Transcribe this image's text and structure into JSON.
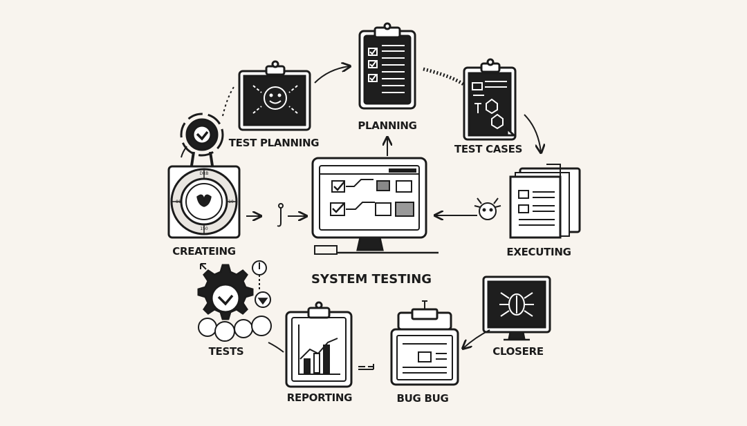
{
  "diagram": {
    "center_title": "SYSTEM TESTING",
    "nodes": [
      {
        "id": "test-planning",
        "label": "TEST PLANNING"
      },
      {
        "id": "planning",
        "label": "PLANNING"
      },
      {
        "id": "test-cases",
        "label": "TEST CASES"
      },
      {
        "id": "executing",
        "label": "EXECUTING"
      },
      {
        "id": "closere",
        "label": "CLOSERE"
      },
      {
        "id": "bug-bug",
        "label": "BUG BUG"
      },
      {
        "id": "reporting",
        "label": "REPORTING"
      },
      {
        "id": "tests",
        "label": "TESTS"
      },
      {
        "id": "creating",
        "label": "CREATEING"
      }
    ],
    "dial_labels": {
      "top": "DRB",
      "left": "81",
      "right": "10",
      "bottom": "150"
    }
  },
  "colors": {
    "background": "#f8f4ee",
    "ink": "#1b1b1b",
    "fill_dark": "#1e1e1e",
    "fill_light": "#ffffff"
  }
}
